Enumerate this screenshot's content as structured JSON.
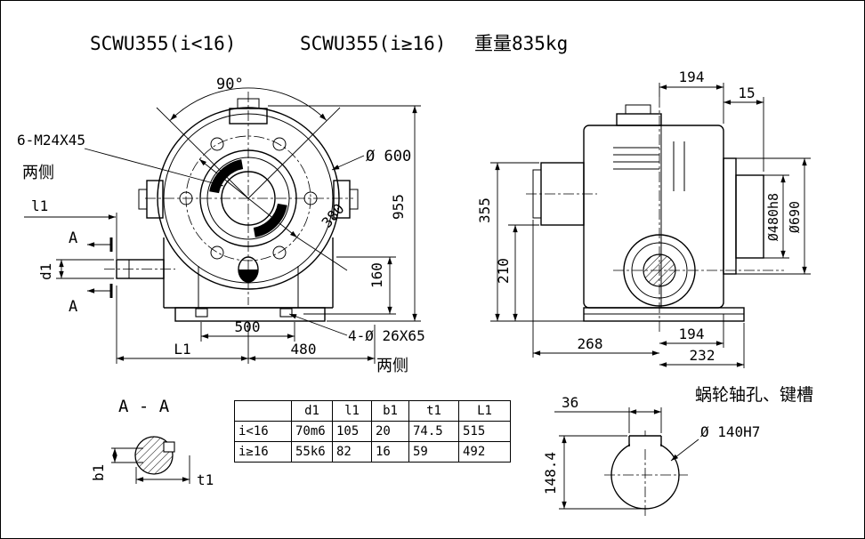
{
  "titles": {
    "model_small": "SCWU355(i<16)",
    "model_large": "SCWU355(i≥16)",
    "weight": "重量835kg"
  },
  "front_view": {
    "angle": "90°",
    "bolt_spec": "6-M24X45",
    "bolt_note": "两侧",
    "outer_dia": "Ø 600",
    "total_height": "955",
    "bolt_circle": "380",
    "shaft_len_label": "l1",
    "section_mark": "A",
    "shaft_dia_label": "d1",
    "base_height": "160",
    "foot_span": "500",
    "slot_spec": "4-Ø 26X65",
    "slot_note": "两侧",
    "length_label": "L1",
    "length_480": "480"
  },
  "side_view": {
    "top_width": "194",
    "hub_offset": "15",
    "center_height": "355",
    "base_to_axis": "210",
    "hub_dia": "Ø480h8",
    "housing_dia": "Ø690",
    "bottom_left": "268",
    "bottom_mid": "194",
    "bottom_right": "232"
  },
  "section_aa": {
    "title": "A - A",
    "key_width": "b1",
    "key_depth": "t1"
  },
  "keyway_detail": {
    "title": "蜗轮轴孔、键槽",
    "key_width": "36",
    "bore_dia": "Ø 140H7",
    "bore_depth": "148.4"
  },
  "table": {
    "headers": [
      "",
      "d1",
      "l1",
      "b1",
      "t1",
      "L1"
    ],
    "rows": [
      {
        "label": "i<16",
        "values": [
          "70m6",
          "105",
          "20",
          "74.5",
          "515"
        ]
      },
      {
        "label": "i≥16",
        "values": [
          "55k6",
          "82",
          "16",
          "59",
          "492"
        ]
      }
    ]
  }
}
